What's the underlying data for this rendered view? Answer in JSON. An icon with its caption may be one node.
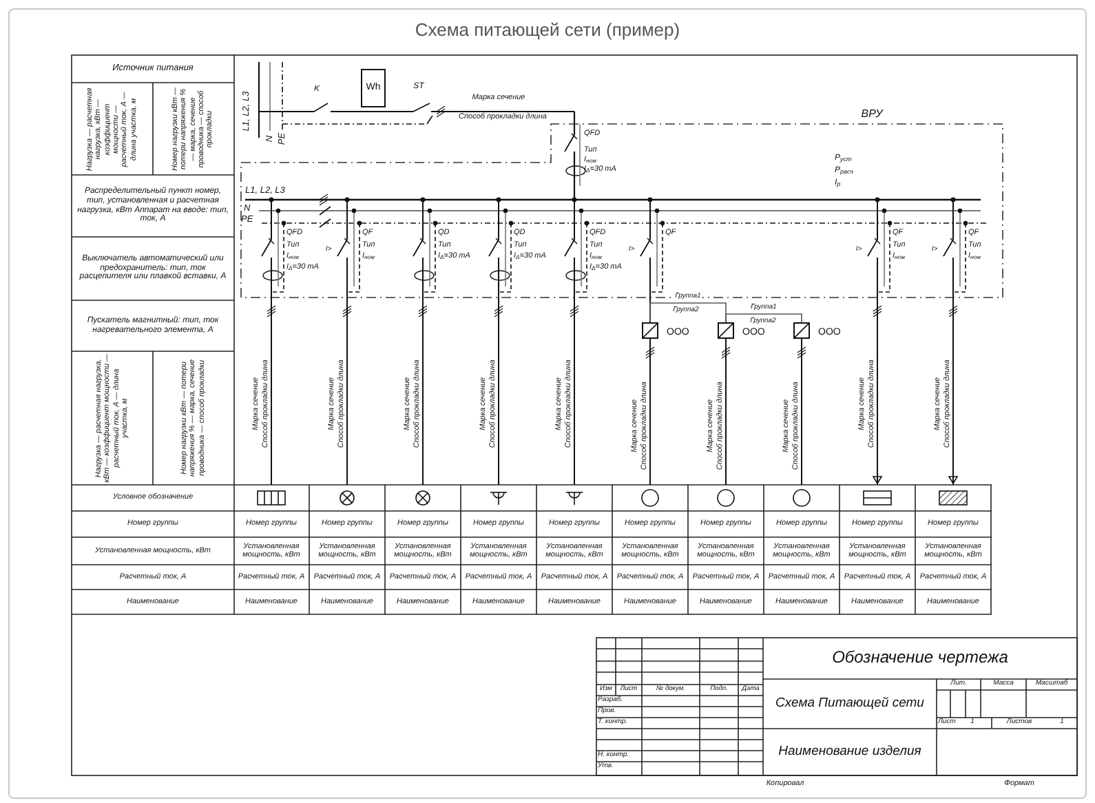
{
  "diagram": {
    "title": "Схема питающей сети (пример)",
    "nodes": [
      {
        "text": [
          "Wh"
        ]
      },
      {
        "text": [],
        "shape": "box",
        "beside": [
          "ООО"
        ]
      },
      {
        "text": [],
        "shape": "box",
        "beside": [
          "ООО"
        ]
      },
      {
        "text": [],
        "shape": "box",
        "beside": [
          "ООО"
        ]
      }
    ],
    "edges": [
      {
        "from": 1,
        "to": 2,
        "arrow": "none",
        "label": "Группа1"
      },
      {
        "from": 2,
        "to": 3,
        "arrow": "none",
        "label": "Группа1"
      }
    ],
    "labels": [
      "Источник питания",
      "Нагрузка — расчетная нагрузка, кВт — коэффициент мощности — расчетный ток, А — длина участка, м",
      "Номер нагрузки кВт — потери напряжения % — марка, сечение проводника — способ прокладки",
      "Распределительный пункт номер, тип, установленная и расчетная нагрузка, кВт Аппарат на вводе: тип, ток, А",
      "Выключатель автоматический или предохранитель: тип, ток расцепителя или плавкой вставки, А",
      "Пускатель магнитный: тип, ток нагревательного элемента, А",
      "Нагрузка — расчетная нагрузка, кВт — коэффициент мощности — расчетный ток, А — длина участка, м",
      "Номер нагрузки кВт — потери напряжения % — марка, сечение проводника — способ прокладки",
      "K",
      "ST",
      "Марка сечение",
      "Способ прокладки длина",
      "L1, L2, L3",
      "N",
      "PE",
      "ВРУ",
      "QFD",
      "Тип",
      "I$_{ном}$",
      "I$_{Δ}$=30 mA",
      "L1, L2, L3",
      "N",
      "PE",
      "P$_{уст}$",
      "P$_{расч}$",
      "I$_{р}$",
      "QFD",
      "Тип",
      "I$_{ном}$",
      "I$_{Δ}$=30 mA",
      "I>",
      "QF",
      "Тип",
      "I$_{ном}$",
      "QD",
      "Тип",
      "I$_{Δ}$=30 mA",
      "QD",
      "Тип",
      "I$_{Δ}$=30 mA",
      "QFD",
      "Тип",
      "I$_{ном}$",
      "I$_{Δ}$=30 mA",
      "I>",
      "QF",
      "I>",
      "QF",
      "Тип",
      "I$_{ном}$",
      "I>",
      "QF",
      "Тип",
      "I$_{ном}$",
      "Группа2",
      "Группа2",
      "Марка сечение",
      "Способ прокладки длина",
      "Марка сечение",
      "Способ прокладки длина",
      "Марка сечение",
      "Способ прокладки длина",
      "Марка сечение",
      "Способ прокладки длина",
      "Марка сечение",
      "Способ прокладки длина",
      "Марка сечение",
      "Способ прокладки длина",
      "Марка сечение",
      "Способ прокладки длина",
      "Марка сечение",
      "Способ прокладки длина",
      "Марка сечение",
      "Способ прокладки длина",
      "Марка сечение",
      "Способ прокладки длина",
      "Условное обозначение",
      "Номер группы",
      "Номер группы",
      "Номер группы",
      "Номер группы",
      "Номер группы",
      "Номер группы",
      "Номер группы",
      "Номер группы",
      "Номер группы",
      "Номер группы",
      "Номер группы",
      "Установленная мощность, кВт",
      "Установленная мощность, кВт",
      "Установленная мощность, кВт",
      "Установленная мощность, кВт",
      "Установленная мощность, кВт",
      "Установленная мощность, кВт",
      "Установленная мощность, кВт",
      "Установленная мощность, кВт",
      "Установленная мощность, кВт",
      "Установленная мощность, кВт",
      "Установленная мощность, кВт",
      "Расчетный ток, А",
      "Расчетный ток, А",
      "Расчетный ток, А",
      "Расчетный ток, А",
      "Расчетный ток, А",
      "Расчетный ток, А",
      "Расчетный ток, А",
      "Расчетный ток, А",
      "Расчетный ток, А",
      "Расчетный ток, А",
      "Расчетный ток, А",
      "Наименование",
      "Наименование",
      "Наименование",
      "Наименование",
      "Наименование",
      "Наименование",
      "Наименование",
      "Наименование",
      "Наименование",
      "Наименование",
      "Наименование",
      "Обозначение чертежа",
      "Изм",
      "Лист",
      "№ докум.",
      "Подп.",
      "Дата",
      "Лит.",
      "Масса",
      "Масштаб",
      "Разраб.",
      "Схема Питающей сети",
      "Пров.",
      "Т. контр.",
      "Лист",
      "1",
      "Листов",
      "1",
      "Н. контр.",
      "Наименование изделия",
      "Утв.",
      "Копировал",
      "Формат"
    ]
  }
}
